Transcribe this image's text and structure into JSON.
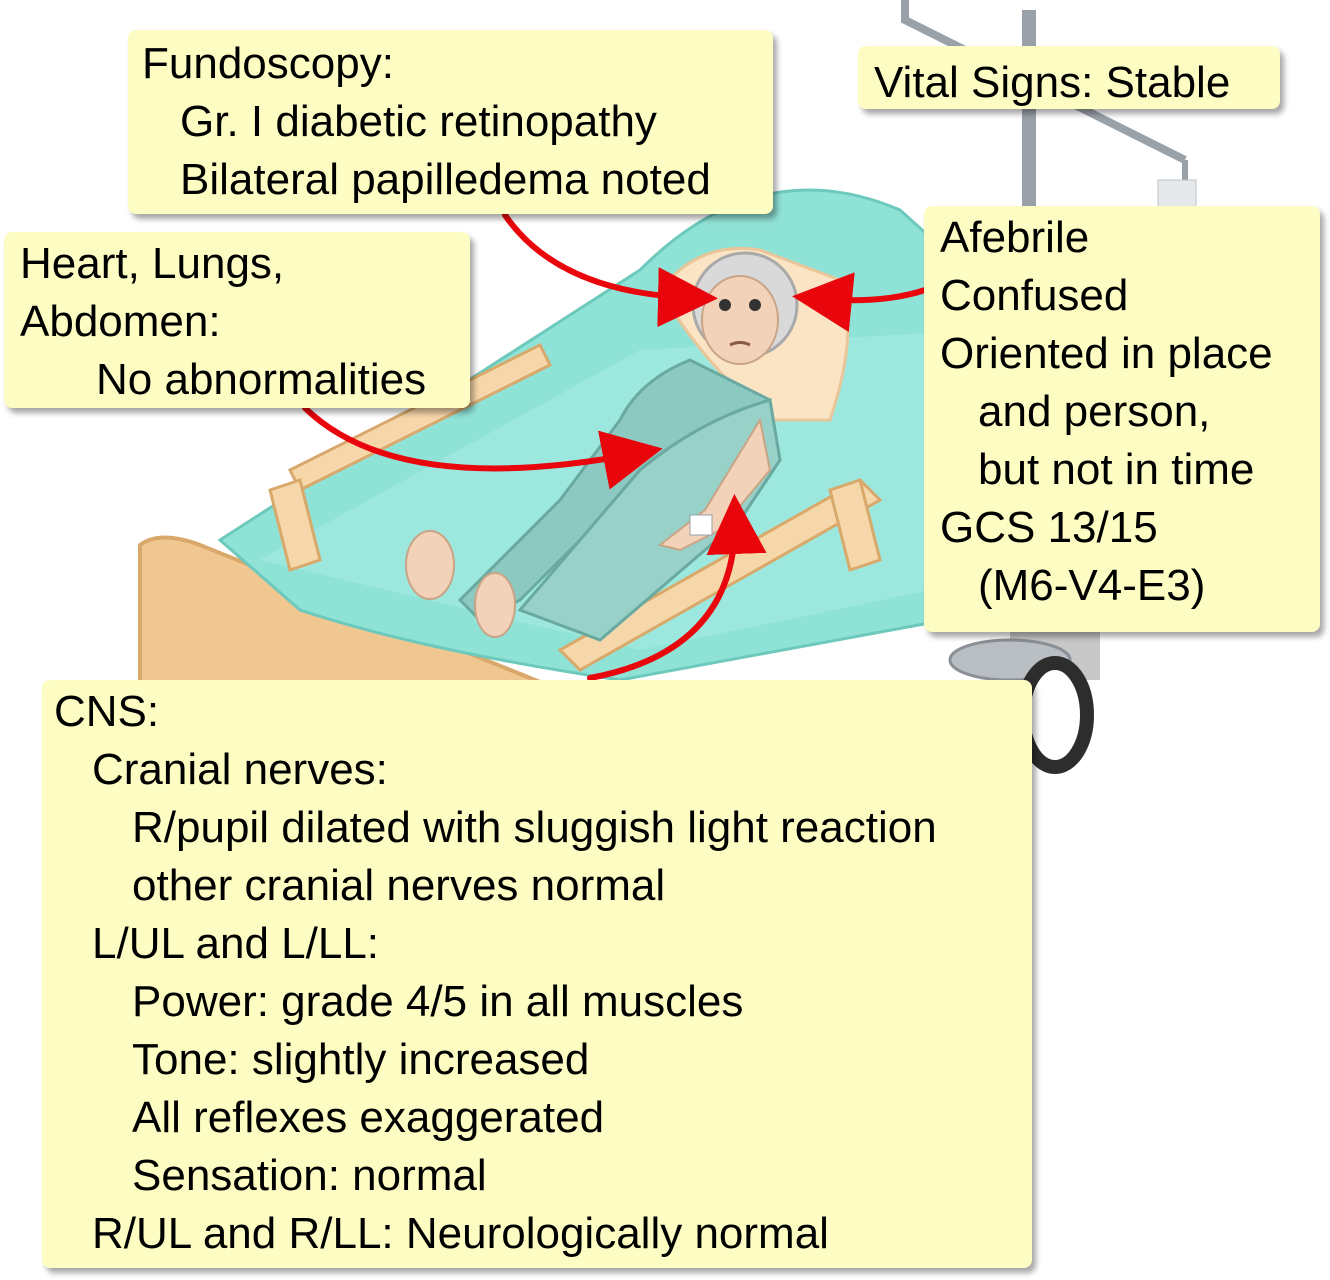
{
  "colors": {
    "note_fill": "#fdfdc3",
    "arrow": "#e8050b",
    "mattress": "#8fe2d6",
    "bed_frame": "#f6d7aa",
    "gown": "#8cc9c0"
  },
  "icons": [
    "patient-illustration",
    "hospital-bed",
    "iv-stand",
    "bed-wheel"
  ],
  "vitals": {
    "text": "Vital Signs: Stable"
  },
  "fundoscopy": {
    "title": "Fundoscopy:",
    "lines": [
      "Gr. I diabetic retinopathy",
      "Bilateral papilledema noted"
    ]
  },
  "hla": {
    "title_line1": "Heart, Lungs,",
    "title_line2": "Abdomen:",
    "finding": "No abnormalities"
  },
  "general": {
    "afebrile": "Afebrile",
    "confused": "Confused",
    "oriented_1": "Oriented in place",
    "oriented_2": "and person,",
    "oriented_3": "but not in time",
    "gcs": "GCS 13/15",
    "gcs_detail": "(M6-V4-E3)"
  },
  "cns": {
    "title": "CNS:",
    "cranial_title": "Cranial nerves:",
    "cranial_1": "R/pupil dilated with sluggish light reaction",
    "cranial_2": "other cranial nerves normal",
    "left_title": "L/UL and L/LL:",
    "left_1": "Power: grade 4/5 in all muscles",
    "left_2": "Tone: slightly increased",
    "left_3": "All reflexes exaggerated",
    "left_4": "Sensation: normal",
    "right": "R/UL and R/LL: Neurologically normal"
  }
}
